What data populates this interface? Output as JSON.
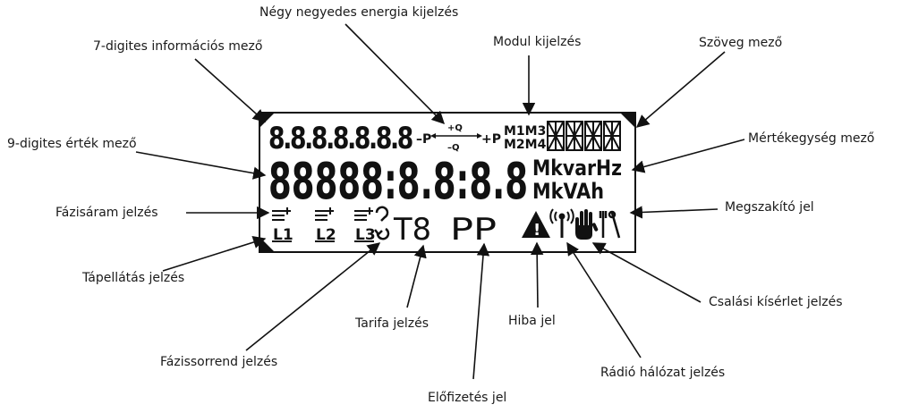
{
  "labels": {
    "four_quadrant": "Négy negyedes energia kijelzés",
    "info_field": "7-digites információs mező",
    "module": "Modul kijelzés",
    "text_field": "Szöveg mező",
    "value_field": "9-digites érték mező",
    "unit_field": "Mértékegység mező",
    "phase_current": "Fázisáram jelzés",
    "breaker": "Megszakító jel",
    "power_supply": "Tápellátás jelzés",
    "fraud": "Csalási kísérlet jelzés",
    "tariff": "Tarifa jelzés",
    "error": "Hiba jel",
    "phase_sequence": "Fázissorrend jelzés",
    "radio": "Rádió hálózat jelzés",
    "prepay": "Előfizetés jel"
  },
  "lcd": {
    "info_digits": "8.8.8.8.8.8.8",
    "value_digits": "88888:8.8:8.8",
    "quadrant_neg_p": "–P",
    "quadrant_pos_p": "+P",
    "quadrant_pos_q": "+Q",
    "quadrant_neg_q": "–Q",
    "module_top": "M1M3",
    "module_bottom": "M2M4",
    "unit_top": "MkvarHz",
    "unit_bottom": "MkVAh",
    "phase_l1": "L1",
    "phase_l2": "L2",
    "phase_l3": "L3",
    "tariff_text": "T8",
    "prepay_text": "PP",
    "error_mark": "!"
  },
  "icons": {
    "power_supply": "triangle-marker-icon",
    "phase_sequence": "rotation-icon",
    "radio": "antenna-icon",
    "breaker": "hand-stop-icon",
    "fraud": "tools-icon"
  }
}
